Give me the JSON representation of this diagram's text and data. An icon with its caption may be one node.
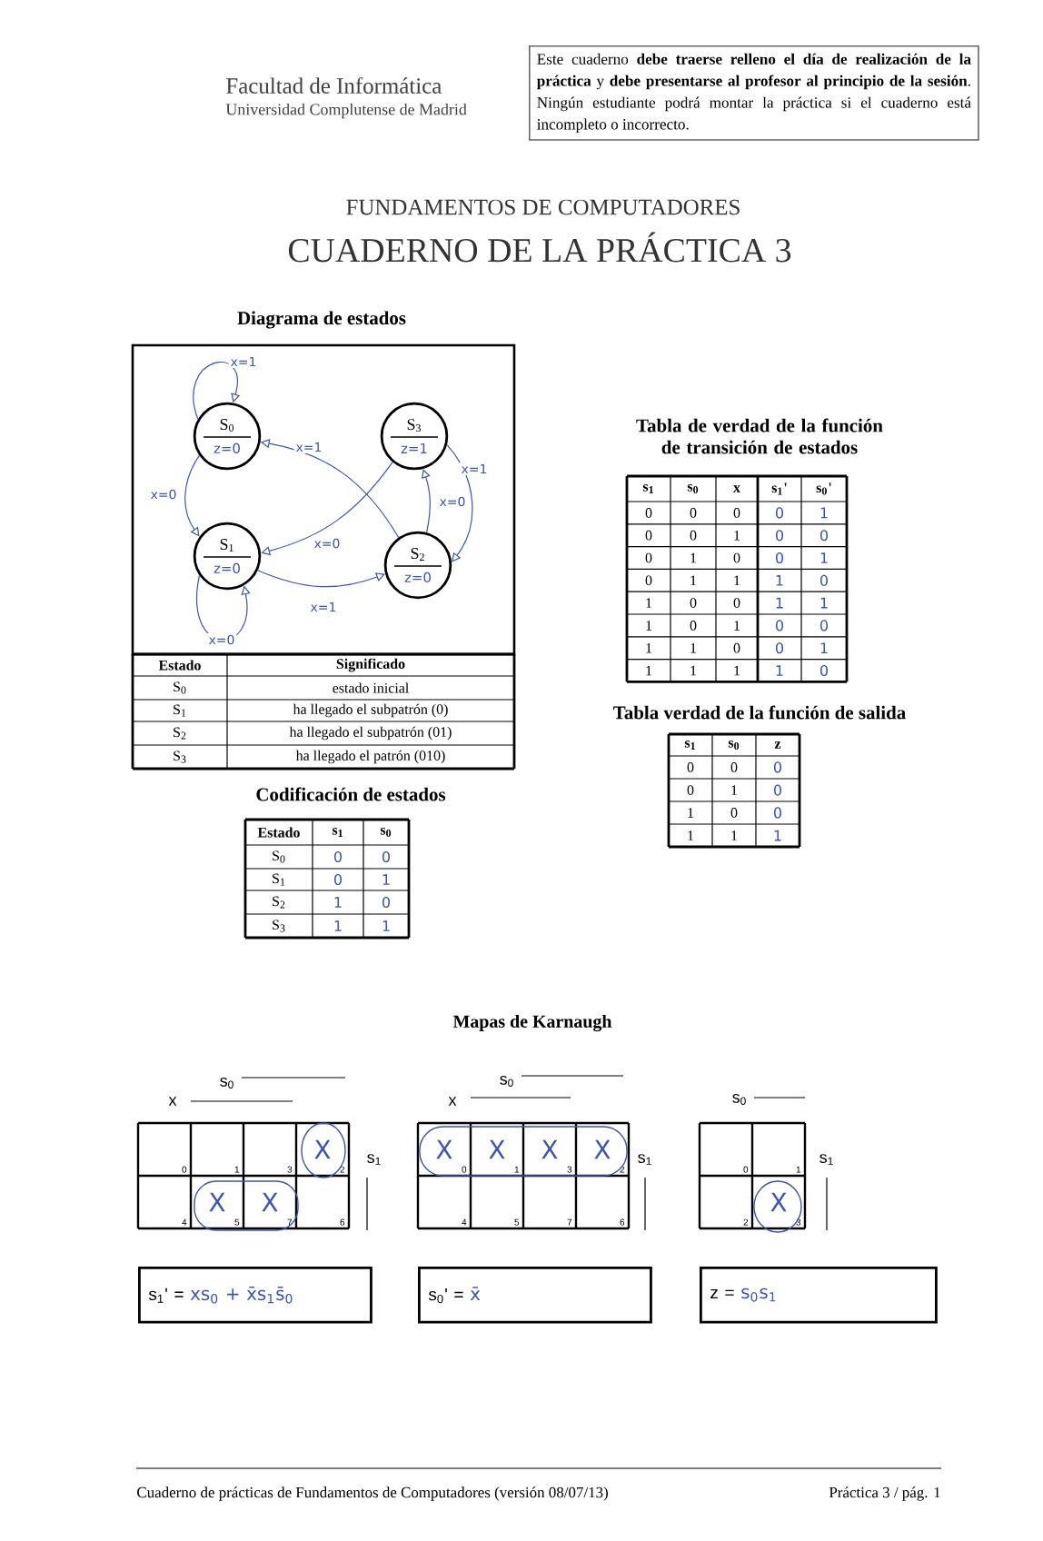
{
  "diagram": {
    "nodes": [
      {
        "text": [
          "Este cuaderno **debe traerse relleno el día de realización de la práctica** y **debe presentarse al profesor al principio de la sesión**. Ningún estudiante podrá montar la práctica si el cuaderno está incompleto o incorrecto."
        ]
      },
      {
        "text": [
          "S$_{0}$",
          "z=0"
        ]
      },
      {
        "text": [
          "S$_{3}$",
          "z=1"
        ]
      },
      {
        "text": [
          "S$_{1}$",
          "z=0"
        ]
      },
      {
        "text": [
          "S$_{2}$",
          "z=0"
        ]
      },
      {
        "text": [
          "s$_{1}$' =",
          "xs$_{0}$ + x̄s$_{1}$s̄$_{0}$"
        ]
      },
      {
        "text": [
          "s$_{0}$' =",
          "x̄"
        ]
      },
      {
        "text": [
          "z =",
          "s$_{0}$s$_{1}$"
        ]
      }
    ],
    "edges": [
      {
        "from": 1,
        "to": 1,
        "arrow": "to",
        "label": "x=1"
      },
      {
        "from": 1,
        "to": 3,
        "arrow": "to",
        "label": "x=0"
      },
      {
        "from": 2,
        "to": 4,
        "arrow": "to",
        "label": "x=1"
      },
      {
        "from": 4,
        "to": 1,
        "arrow": "to",
        "label": "x=1"
      },
      {
        "from": 4,
        "to": 2,
        "arrow": "to",
        "label": "x=0"
      },
      {
        "from": 2,
        "to": 3,
        "arrow": "to",
        "label": "x=0"
      },
      {
        "from": 3,
        "to": 4,
        "arrow": "to",
        "label": "x=1"
      },
      {
        "from": 3,
        "to": 3,
        "arrow": "to",
        "label": "x=0"
      }
    ],
    "labels": [
      "Facultad de Informática",
      "Universidad Complutense de Madrid",
      "FUNDAMENTOS DE COMPUTADORES",
      "CUADERNO DE LA PRÁCTICA 3",
      "Diagrama de estados",
      "Estado",
      "Significado",
      "S$_{0}$",
      "estado inicial",
      "S$_{1}$",
      "ha llegado el subpatrón (0)",
      "S$_{2}$",
      "ha llegado el subpatrón (01)",
      "S$_{3}$",
      "ha llegado el patrón (010)",
      "Codificación de estados",
      "Estado",
      "s$_{1}$",
      "s$_{0}$",
      "S$_{0}$",
      "0",
      "0",
      "S$_{1}$",
      "0",
      "1",
      "S$_{2}$",
      "1",
      "0",
      "S$_{3}$",
      "1",
      "1",
      "Tabla de verdad de la función de transición de estados",
      "s$_{1}$",
      "s$_{0}$",
      "x",
      "s$_{1}$'",
      "s$_{0}$'",
      "0",
      "0",
      "0",
      "0",
      "1",
      "0",
      "0",
      "1",
      "0",
      "0",
      "0",
      "1",
      "0",
      "0",
      "1",
      "0",
      "1",
      "1",
      "1",
      "0",
      "1",
      "0",
      "0",
      "1",
      "1",
      "1",
      "0",
      "1",
      "0",
      "0",
      "1",
      "1",
      "0",
      "0",
      "1",
      "1",
      "1",
      "1",
      "1",
      "0",
      "Tabla verdad de la función de salida",
      "s$_{1}$",
      "s$_{0}$",
      "z",
      "0",
      "0",
      "0",
      "0",
      "1",
      "0",
      "1",
      "0",
      "0",
      "1",
      "1",
      "1",
      "Mapas de Karnaugh",
      "s$_{0}$",
      "x",
      "s$_{1}$",
      "0",
      "1",
      "3",
      "2",
      "4",
      "5",
      "7",
      "6",
      "X",
      "X",
      "X",
      "s$_{0}$",
      "x",
      "s$_{1}$",
      "0",
      "1",
      "3",
      "2",
      "4",
      "5",
      "7",
      "6",
      "X",
      "X",
      "X",
      "X",
      "s$_{0}$",
      "s$_{1}$",
      "0",
      "1",
      "2",
      "3",
      "X",
      "Cuaderno de prácticas de Fundamentos de Computadores (versión 08/07/13)",
      "Práctica 3 / pág. 1"
    ]
  }
}
